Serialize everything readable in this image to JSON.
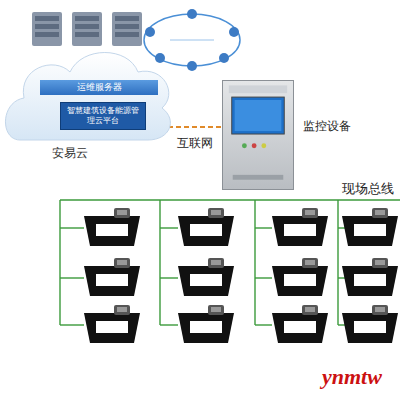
{
  "diagram": {
    "nodes": [
      {
        "text": [
          "安易云"
        ]
      },
      {
        "text": [
          "运维服务器"
        ],
        "in": 0
      },
      {
        "text": [
          "智慧建筑设备能源管理云平台"
        ],
        "in": 0
      },
      {
        "text": [
          "监控设备"
        ]
      }
    ],
    "edges": [
      {
        "from": 0,
        "to": 3,
        "label": "互联网",
        "arrow": "none"
      }
    ],
    "labels": [
      "现场总线",
      "ynmtw"
    ]
  }
}
